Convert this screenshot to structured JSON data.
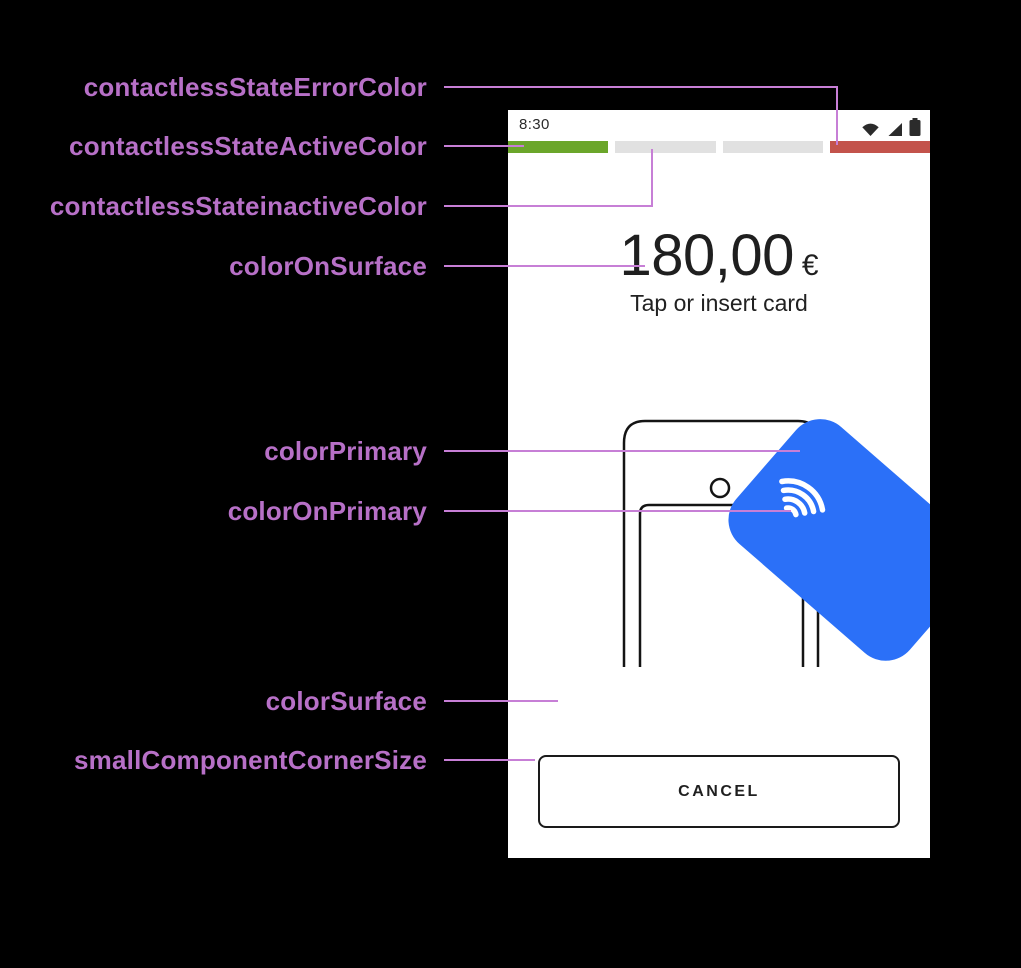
{
  "annotations": {
    "text_color": "#B770C7",
    "line_color": "#C77FD6",
    "labels": [
      {
        "text": "contactlessStateErrorColor"
      },
      {
        "text": "contactlessStateActiveColor"
      },
      {
        "text": "contactlessStateinactiveColor"
      },
      {
        "text": "colorOnSurface"
      },
      {
        "text": "colorPrimary"
      },
      {
        "text": "colorOnPrimary"
      },
      {
        "text": "colorSurface"
      },
      {
        "text": "smallComponentCornerSize"
      }
    ]
  },
  "phone": {
    "status_bar": {
      "time": "8:30",
      "icons": [
        "wifi-icon",
        "cell-signal-icon",
        "battery-icon"
      ]
    },
    "contactless_progress": {
      "segments": [
        {
          "state": "active",
          "color": "#6BA62A"
        },
        {
          "state": "inactive",
          "color": "#E1E1E1"
        },
        {
          "state": "inactive",
          "color": "#E1E1E1"
        },
        {
          "state": "error",
          "color": "#C3534B"
        }
      ]
    },
    "amount": {
      "value": "180,00",
      "currency": "€"
    },
    "instruction": "Tap or insert card",
    "cancel_button": {
      "label": "CANCEL"
    },
    "theme": {
      "colorSurface": "#FFFFFF",
      "colorOnSurface": "#1F1F1F",
      "colorPrimary": "#2B70F8",
      "colorOnPrimary": "#FFFFFF"
    }
  }
}
